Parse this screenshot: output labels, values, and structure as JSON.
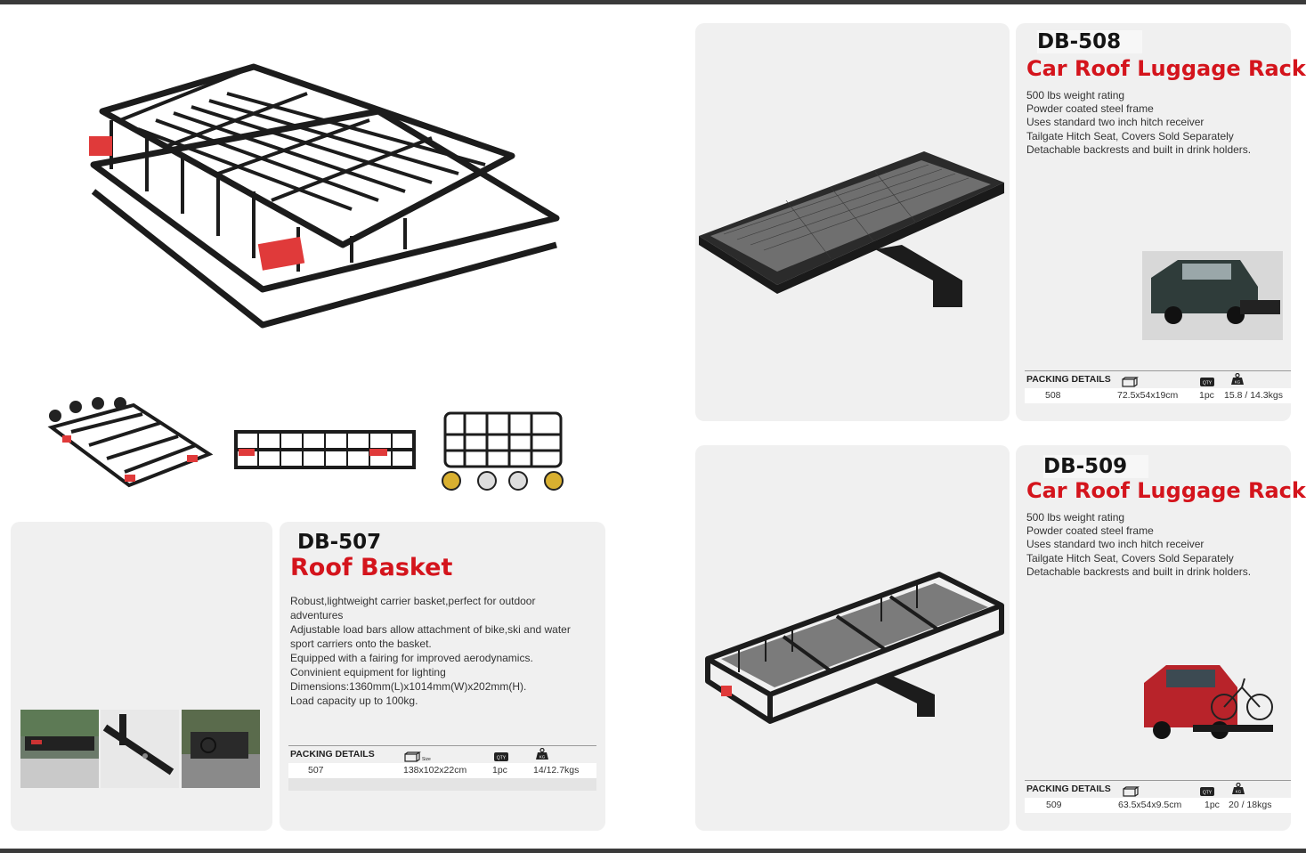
{
  "products": [
    {
      "sku": "DB-507",
      "title": "Roof Basket",
      "features": [
        "Robust,lightweight carrier basket,perfect for outdoor adventures",
        "Adjustable load bars allow attachment of bike,ski and water sport carriers onto the basket.",
        "Equipped with a fairing for improved aerodynamics.",
        "Convinient equipment for lighting",
        "Dimensions:1360mm(L)x1014mm(W)x202mm(H).",
        "Load capacity up to 100kg."
      ],
      "packing": {
        "label": "PACKING DETAILS",
        "size_icon_text": "Size",
        "model": "507",
        "size": "138x102x22cm",
        "qty": "1pc",
        "weight": "14/12.7kgs"
      }
    },
    {
      "sku": "DB-508",
      "title": "Car Roof Luggage Rack",
      "features": [
        "500 lbs weight rating",
        "Powder coated steel frame",
        "Uses standard two inch hitch receiver",
        "Tailgate Hitch Seat, Covers Sold Separately",
        "Detachable backrests and built in drink holders."
      ],
      "packing": {
        "label": "PACKING DETAILS",
        "model": "508",
        "size": "72.5x54x19cm",
        "qty": "1pc",
        "weight": "15.8 / 14.3kgs"
      }
    },
    {
      "sku": "DB-509",
      "title": "Car Roof Luggage Rack",
      "features": [
        "500 lbs weight rating",
        "Powder coated steel frame",
        "Uses standard two inch hitch receiver",
        "Tailgate Hitch Seat, Covers Sold Separately",
        "Detachable backrests and built in drink holders."
      ],
      "packing": {
        "label": "PACKING DETAILS",
        "model": "509",
        "size": "63.5x54x9.5cm",
        "qty": "1pc",
        "weight": "20 / 18kgs"
      }
    }
  ],
  "icons": {
    "box": "box-dimension-icon",
    "qty": "qty-badge-icon",
    "weight": "weight-icon",
    "qty_text": "QTY",
    "weight_text": "KG"
  },
  "colors": {
    "title_red": "#d4141c",
    "panel_gray": "#f0f0f0",
    "bar_dark": "#3a3a3a"
  }
}
